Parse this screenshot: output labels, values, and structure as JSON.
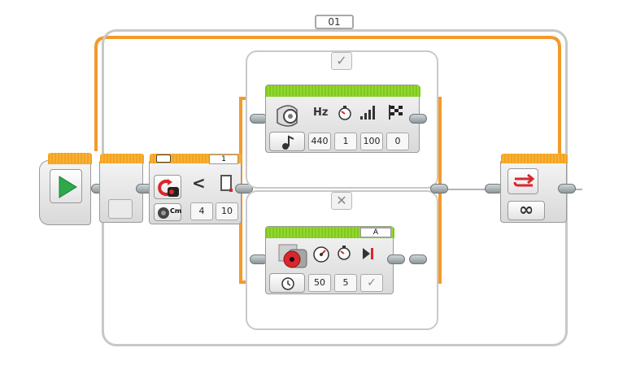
{
  "loop": {
    "label": "01",
    "mode_icon": "infinity-icon",
    "mode_text": "∞"
  },
  "start_block": {
    "icon": "play-icon"
  },
  "switch": {
    "port": "1",
    "compare_symbol": "<",
    "mode_icon": "ultrasonic-compare-icon",
    "unit": "Cm",
    "values": [
      "4",
      "10"
    ],
    "case_true_tab": "✓",
    "case_false_tab": "✕"
  },
  "sound_block": {
    "labels": {
      "hz": "Hz"
    },
    "values": [
      "440",
      "1",
      "100",
      "0"
    ],
    "icons": [
      "speaker-icon",
      "note-icon",
      "timer-icon",
      "volume-bars-icon",
      "checkered-flag-icon"
    ]
  },
  "motor_block": {
    "port": "A",
    "values": [
      "50",
      "5",
      "✓"
    ],
    "icons": [
      "medium-motor-icon",
      "speedometer-icon",
      "timer-icon",
      "brake-icon",
      "clock-mode-icon"
    ]
  },
  "colors": {
    "orange": "#f39a2b",
    "green": "#7fca1e",
    "red": "#d9262c",
    "play_green": "#2fa84a"
  }
}
